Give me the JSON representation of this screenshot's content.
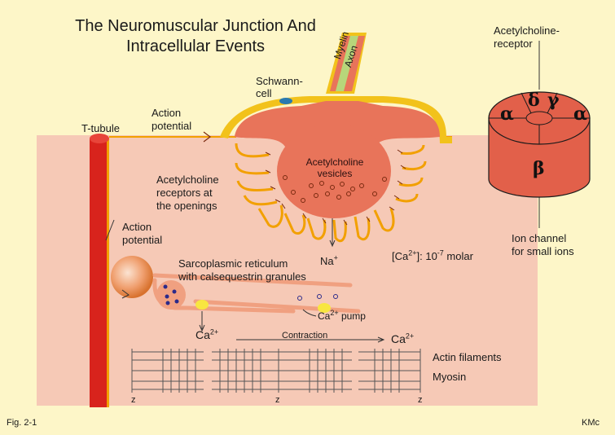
{
  "title_line1": "The Neuromuscular Junction And",
  "title_line2": "Intracellular Events",
  "labels": {
    "schwann_line1": "Schwann-",
    "schwann_line2": "cell",
    "myelin": "Myelin",
    "axon": "Axon",
    "ap_top_line1": "Action",
    "ap_top_line2": "potential",
    "t_tubule": "T-tubule",
    "vesicles_line1": "Acetylcholine",
    "vesicles_line2": "vesicles",
    "ach_receptors_line1": "Acetylcholine",
    "ach_receptors_line2": "receptors at",
    "ach_receptors_line3": "the openings",
    "ap_left_line1": "Action",
    "ap_left_line2": "potential",
    "na": "Na",
    "na_sup": "+",
    "ca_conc_prefix": "[Ca",
    "ca_conc_sup": "2+",
    "ca_conc_mid": "]: 10",
    "ca_conc_exp": "-7",
    "ca_conc_suffix": " molar",
    "sr_line1": "Sarcoplasmic reticulum",
    "sr_line2": "with calsequestrin granules",
    "ca_pump_prefix": "Ca",
    "ca_pump_sup": "2+",
    "ca_pump_suffix": " pump",
    "ca_left": "Ca",
    "ca_left_sup": "2+",
    "contraction": "Contraction",
    "ca_right": "Ca",
    "ca_right_sup": "2+",
    "actin": "Actin filaments",
    "myosin": "Myosin",
    "z1": "z",
    "z2": "z",
    "z3": "z",
    "receptor_line1": "Acetylcholine-",
    "receptor_line2": "receptor",
    "alpha_left": "α",
    "delta": "δ",
    "gamma": "γ",
    "alpha_right": "α",
    "beta": "β",
    "ion_line1": "Ion channel",
    "ion_line2": "for small ions",
    "fig": "Fig. 2-1",
    "author": "KMc"
  },
  "colors": {
    "background": "#fdf6c8",
    "muscle": "#f6c9b6",
    "t_tubule": "#d8231c",
    "nerve_terminal": "#e8745a",
    "sheath": "#f2c21b",
    "axon": "#e8745a",
    "myelin": "#b7d67a",
    "receptor": "#e2604a",
    "filament": "#555555"
  }
}
